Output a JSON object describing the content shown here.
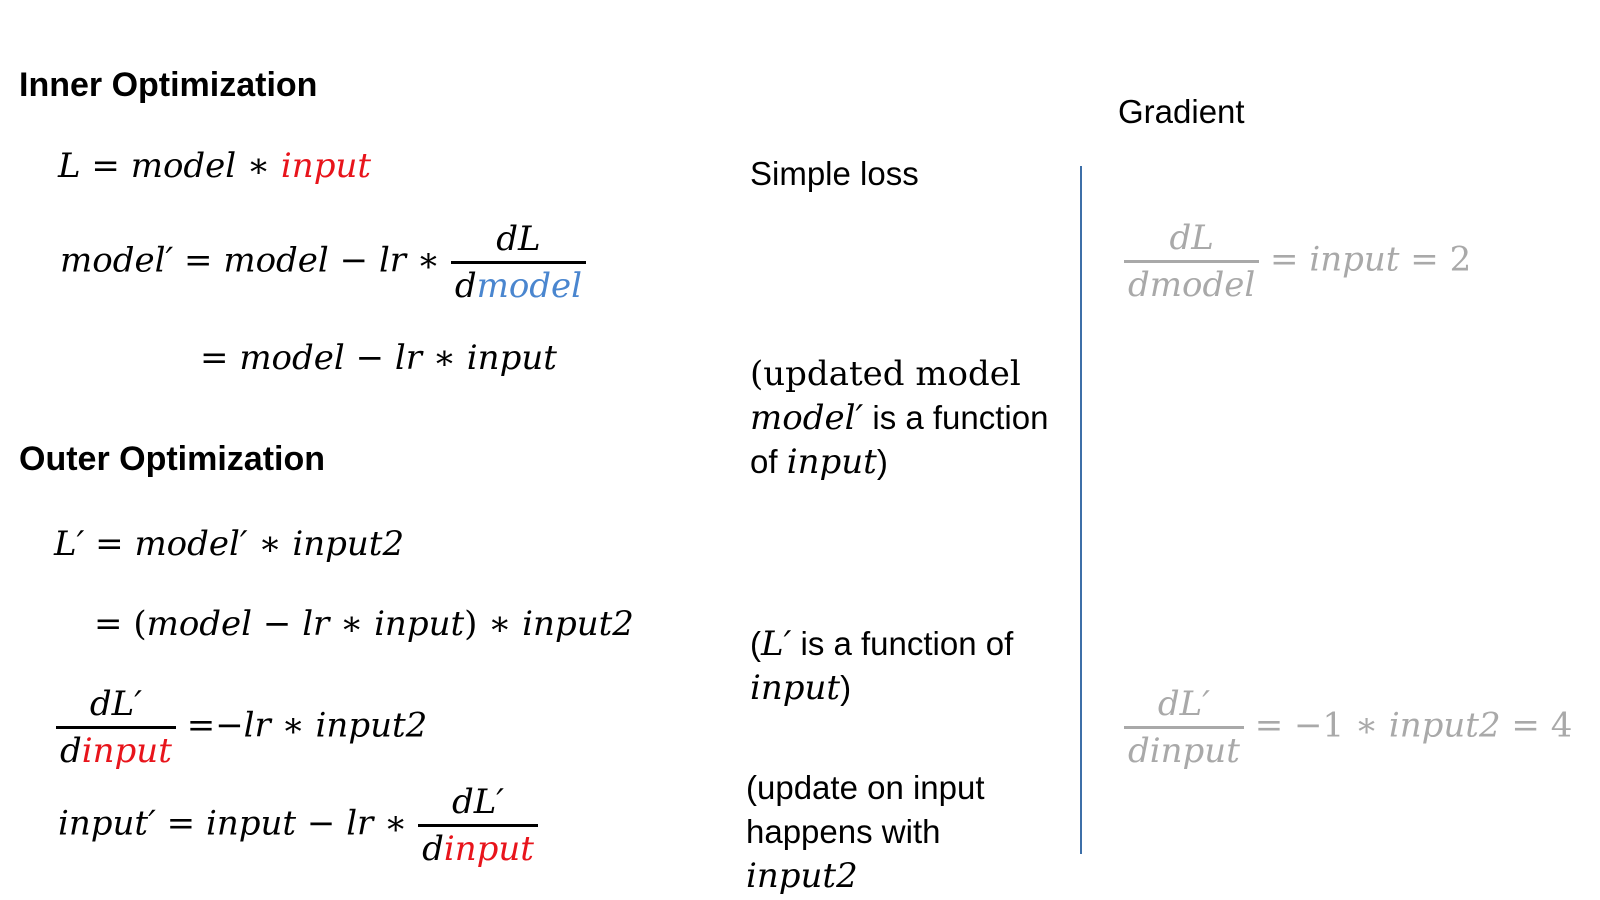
{
  "headings": {
    "inner": "Inner Optimization",
    "outer": "Outer Optimization",
    "gradient": "Gradient"
  },
  "inner": {
    "eq1": {
      "lhs": "L",
      "eq": "=",
      "a": "model",
      "star": "∗",
      "b": "input"
    },
    "eq2": {
      "lhs": "model′",
      "eq": "=",
      "a": "model",
      "minus": "−",
      "b": "lr",
      "star": "∗",
      "num": "dL",
      "den_d": "d",
      "den_var": "model"
    },
    "eq3": {
      "eq": "=",
      "a": "model",
      "minus": "−",
      "b": "lr",
      "star": "∗",
      "c": "input"
    }
  },
  "outer": {
    "eq1": {
      "lhs": "L′",
      "eq": "=",
      "a": "model′",
      "star": "∗",
      "b": "input2"
    },
    "eq2": {
      "eq": "=",
      "lp": "(",
      "a": "model",
      "minus": "−",
      "b": "lr",
      "star": "∗",
      "c": "input",
      "rp": ")",
      "star2": "∗",
      "d": "input2"
    },
    "eq3": {
      "num": "dL′",
      "den_d": "d",
      "den_var": "input",
      "eq": "=",
      "rhs": "−lr",
      "star": "∗",
      "b": "input2"
    },
    "eq4": {
      "lhs": "input′",
      "eq": "=",
      "a": "input",
      "minus": "−",
      "b": "lr",
      "star": "∗",
      "num": "dL′",
      "den_d": "d",
      "den_var": "input"
    }
  },
  "notes": {
    "simple_loss": "Simple loss",
    "n2_line1": "(updated model",
    "n2_line2_math": "model′",
    "n2_line2_text": " is a function",
    "n2_line3_text": "of ",
    "n2_line3_math": "input",
    "n2_line3_end": ")",
    "n3_line1_open": "(",
    "n3_line1_math": "L′",
    "n3_line1_text": " is a function of",
    "n3_line2_math": "input",
    "n3_line2_end": ")",
    "n4_line1": "(update on input",
    "n4_line2": "happens with",
    "n4_line3_math": "input2"
  },
  "gradient": {
    "g1": {
      "num": "dL",
      "den": "dmodel",
      "eq1": "=",
      "mid": "input",
      "eq2": "=",
      "val": "2"
    },
    "g2": {
      "num": "dL′",
      "den": "dinput",
      "eq1": "=",
      "a": "−1",
      "star": "∗",
      "mid": "input2",
      "eq2": "=",
      "val": "4"
    }
  },
  "colors": {
    "red": "#e8141b",
    "blue": "#4a86cf",
    "gray": "#a9a9a9",
    "divider": "#3d6fa8"
  }
}
